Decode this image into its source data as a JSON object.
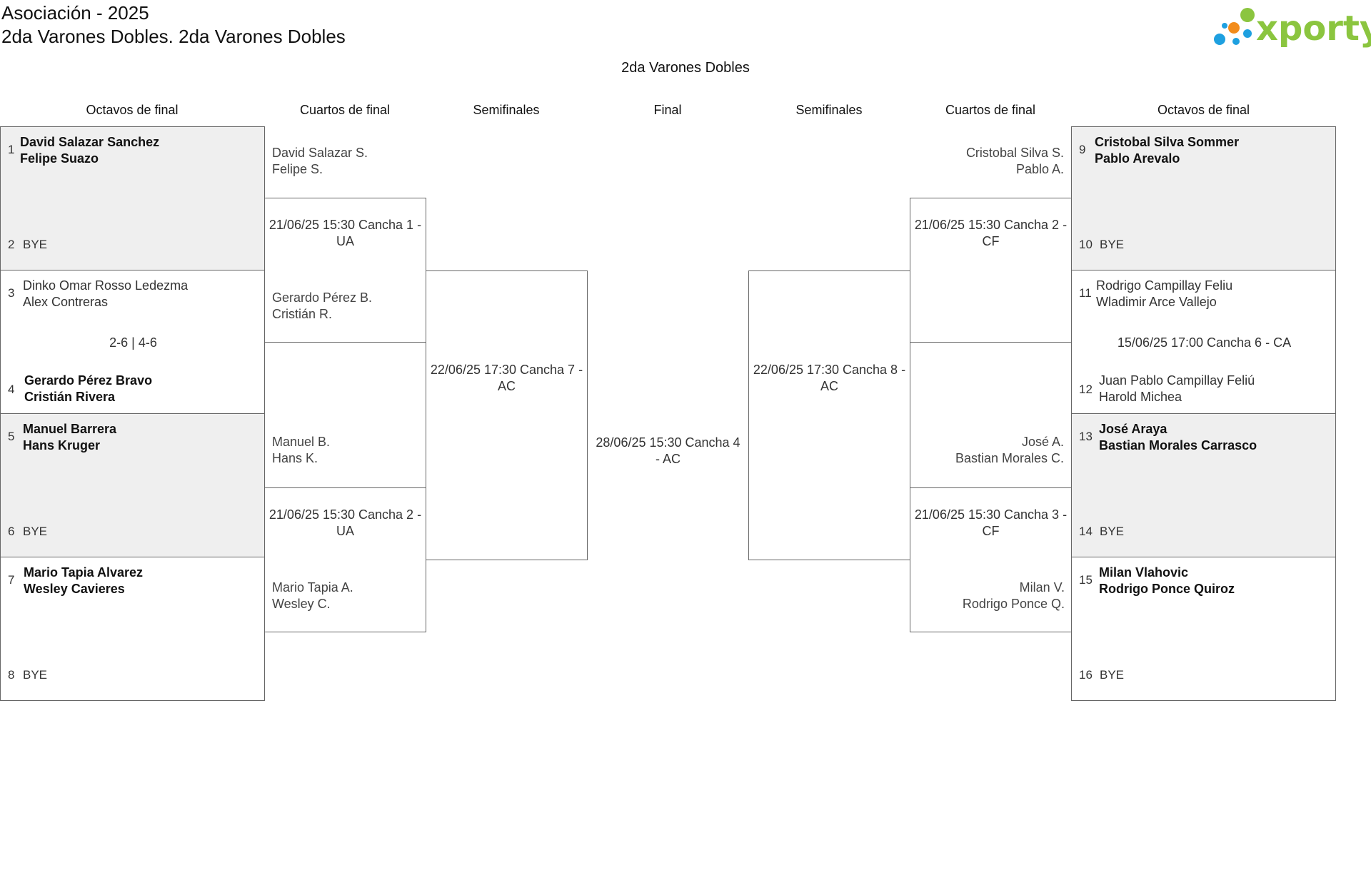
{
  "header": {
    "title": "Asociación - 2025",
    "subtitle": "2da Varones Dobles. 2da Varones Dobles",
    "logo_text": "xporty",
    "logo_colors": [
      "#f28c1c",
      "#8bc53f",
      "#1ea0e0"
    ]
  },
  "draw_title": "2da Varones Dobles",
  "columns": {
    "left_r16": "Octavos de final",
    "left_qf": "Cuartos de final",
    "left_sf": "Semifinales",
    "final": "Final",
    "right_sf": "Semifinales",
    "right_qf": "Cuartos de final",
    "right_r16": "Octavos de final"
  },
  "left_r16": [
    {
      "top_seed": "1",
      "top_names": [
        "David Salazar Sanchez",
        "Felipe Suazo"
      ],
      "top_win": true,
      "bottom_seed": "2",
      "bottom_label": "BYE",
      "score": ""
    },
    {
      "top_seed": "3",
      "top_names": [
        "Dinko Omar Rosso Ledezma",
        "Alex Contreras"
      ],
      "top_win": false,
      "bottom_seed": "4",
      "bottom_names": [
        "Gerardo Pérez Bravo",
        "Cristián Rivera"
      ],
      "bottom_win": true,
      "score": "2-6 | 4-6"
    },
    {
      "top_seed": "5",
      "top_names": [
        "Manuel Barrera",
        "Hans Kruger"
      ],
      "top_win": true,
      "bottom_seed": "6",
      "bottom_label": "BYE",
      "score": ""
    },
    {
      "top_seed": "7",
      "top_names": [
        "Mario Tapia Alvarez",
        "Wesley Cavieres"
      ],
      "top_win": true,
      "bottom_seed": "8",
      "bottom_label": "BYE",
      "score": ""
    }
  ],
  "right_r16": [
    {
      "top_seed": "9",
      "top_names": [
        "Cristobal Silva Sommer",
        "Pablo Arevalo"
      ],
      "top_win": true,
      "bottom_seed": "10",
      "bottom_label": "BYE",
      "score": ""
    },
    {
      "top_seed": "11",
      "top_names": [
        "Rodrigo Campillay Feliu",
        "Wladimir Arce Vallejo"
      ],
      "top_win": false,
      "bottom_seed": "12",
      "bottom_names": [
        "Juan Pablo Campillay Feliú",
        "Harold Michea"
      ],
      "bottom_win": false,
      "score": "15/06/25 17:00 Cancha 6 - CA"
    },
    {
      "top_seed": "13",
      "top_names": [
        "José Araya",
        "Bastian Morales Carrasco"
      ],
      "top_win": true,
      "bottom_seed": "14",
      "bottom_label": "BYE",
      "score": ""
    },
    {
      "top_seed": "15",
      "top_names": [
        "Milan Vlahovic",
        "Rodrigo Ponce Quiroz"
      ],
      "top_win": true,
      "bottom_seed": "16",
      "bottom_label": "BYE",
      "score": ""
    }
  ],
  "left_qf": [
    {
      "top": [
        "David Salazar S.",
        "Felipe S."
      ],
      "match": "21/06/25 15:30 Cancha 1 - UA",
      "bottom": [
        "Gerardo Pérez B.",
        "Cristián R."
      ]
    },
    {
      "top": [
        "Manuel B.",
        "Hans K."
      ],
      "match": "21/06/25 15:30 Cancha 2 - UA",
      "bottom": [
        "Mario Tapia A.",
        "Wesley C."
      ]
    }
  ],
  "right_qf": [
    {
      "top": [
        "Cristobal Silva S.",
        "Pablo A."
      ],
      "match": "21/06/25 15:30 Cancha 2 - CF",
      "bottom": [
        "",
        ""
      ]
    },
    {
      "top": [
        "José A.",
        "Bastian Morales C."
      ],
      "match": "21/06/25 15:30 Cancha 3 - CF",
      "bottom": [
        "Milan V.",
        "Rodrigo Ponce Q."
      ]
    }
  ],
  "left_sf": {
    "match": "22/06/25 17:30 Cancha 7 - AC"
  },
  "right_sf": {
    "match": "22/06/25 17:30 Cancha 8 - AC"
  },
  "final": {
    "match": "28/06/25 15:30 Cancha 4 - AC"
  }
}
